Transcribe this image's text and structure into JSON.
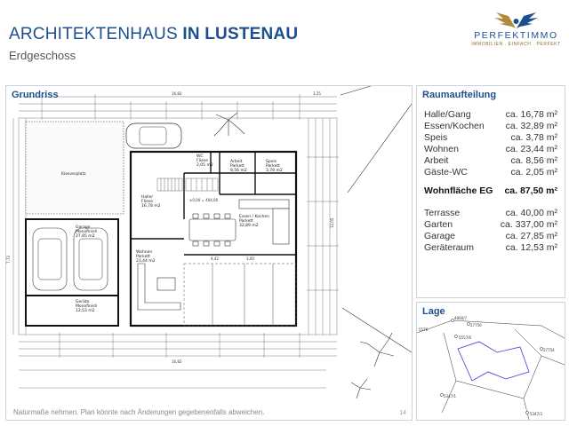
{
  "header": {
    "title_prefix": "ARCHITEKTENHAUS",
    "title_strong": "IN LUSTENAU",
    "subtitle": "Erdgeschoss"
  },
  "logo": {
    "brand": "PERFEKTIMMO",
    "tagline": "IMMOBILIEN . EINFACH . PERFEKT",
    "colors": {
      "blue": "#1d4f8f",
      "gold": "#b08a3a"
    }
  },
  "grundriss": {
    "heading": "Grundriss",
    "rooms": [
      {
        "id": "kiesvorplatz",
        "lines": [
          "Kiesvorplatz"
        ]
      },
      {
        "id": "garage",
        "lines": [
          "Garage",
          "Monofinish",
          "27,85 m2"
        ]
      },
      {
        "id": "geraete",
        "lines": [
          "Geräte",
          "Monofinish",
          "12,53 m2"
        ]
      },
      {
        "id": "halle",
        "lines": [
          "Halle/",
          "Fliese",
          "16,78 m2"
        ]
      },
      {
        "id": "wc",
        "lines": [
          "WC",
          "Fliese",
          "2,05 m2"
        ]
      },
      {
        "id": "arbeit",
        "lines": [
          "Arbeit",
          "Parkett",
          "8,56 m2"
        ]
      },
      {
        "id": "speis",
        "lines": [
          "Speis",
          "Parkett",
          "3,78 m2"
        ]
      },
      {
        "id": "essen",
        "lines": [
          "Essen / Kochen",
          "Parkett",
          "32,89 m2"
        ]
      },
      {
        "id": "wohnen",
        "lines": [
          "Wohnen",
          "Parkett",
          "23,44 m2"
        ]
      }
    ],
    "dimensions": {
      "top_total": "16,82",
      "top_right": "3,25",
      "bottom_total": "16,82",
      "left_total": "7,73",
      "right_total": "12,05",
      "rail_outer": "4,42",
      "rail_inner": "3,00",
      "level": "±0,00 = 404,00"
    }
  },
  "raumaufteilung": {
    "heading": "Raumaufteilung",
    "rooms": [
      {
        "name": "Halle/Gang",
        "area": "ca. 16,78 m²"
      },
      {
        "name": "Essen/Kochen",
        "area": "ca. 32,89 m²"
      },
      {
        "name": "Speis",
        "area": "ca. 3,78 m²"
      },
      {
        "name": "Wohnen",
        "area": "ca. 23,44 m²"
      },
      {
        "name": "Arbeit",
        "area": "ca. 8,56 m²"
      },
      {
        "name": "Gäste-WC",
        "area": "ca. 2,05 m²"
      }
    ],
    "total": {
      "name": "Wohnfläche EG",
      "area": "ca. 87,50 m²"
    },
    "extras": [
      {
        "name": "Terrasse",
        "area": "ca. 40,00 m²"
      },
      {
        "name": "Garten",
        "area": "ca. 337,00 m²"
      },
      {
        "name": "Garage",
        "area": "ca. 27,85 m²"
      },
      {
        "name": "Geräteraum",
        "area": "ca. 12,53 m²"
      }
    ]
  },
  "lage": {
    "heading": "Lage",
    "parcels": [
      "5576",
      "4860/7",
      "27756",
      "5557/6",
      "27754",
      "5347/1",
      "5347/3"
    ]
  },
  "footer": {
    "note": "Naturmaße nehmen. Plan könnte nach Änderungen gegebenenfalls abweichen.",
    "page": "14"
  }
}
